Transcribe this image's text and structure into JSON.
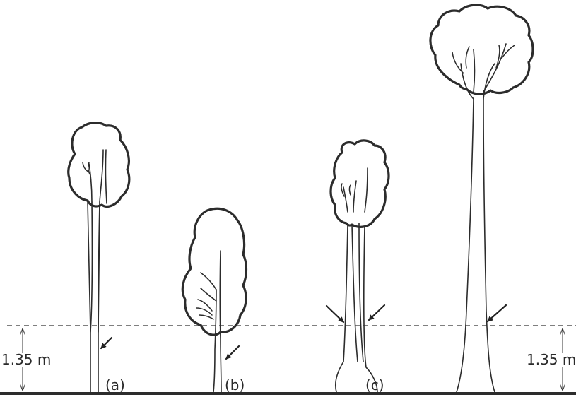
{
  "figure": {
    "measure_label_left": "1.35 m",
    "measure_label_right": "1.35 m",
    "tree_labels": {
      "a": "(a)",
      "b": "(b)",
      "c": "(c)"
    }
  }
}
